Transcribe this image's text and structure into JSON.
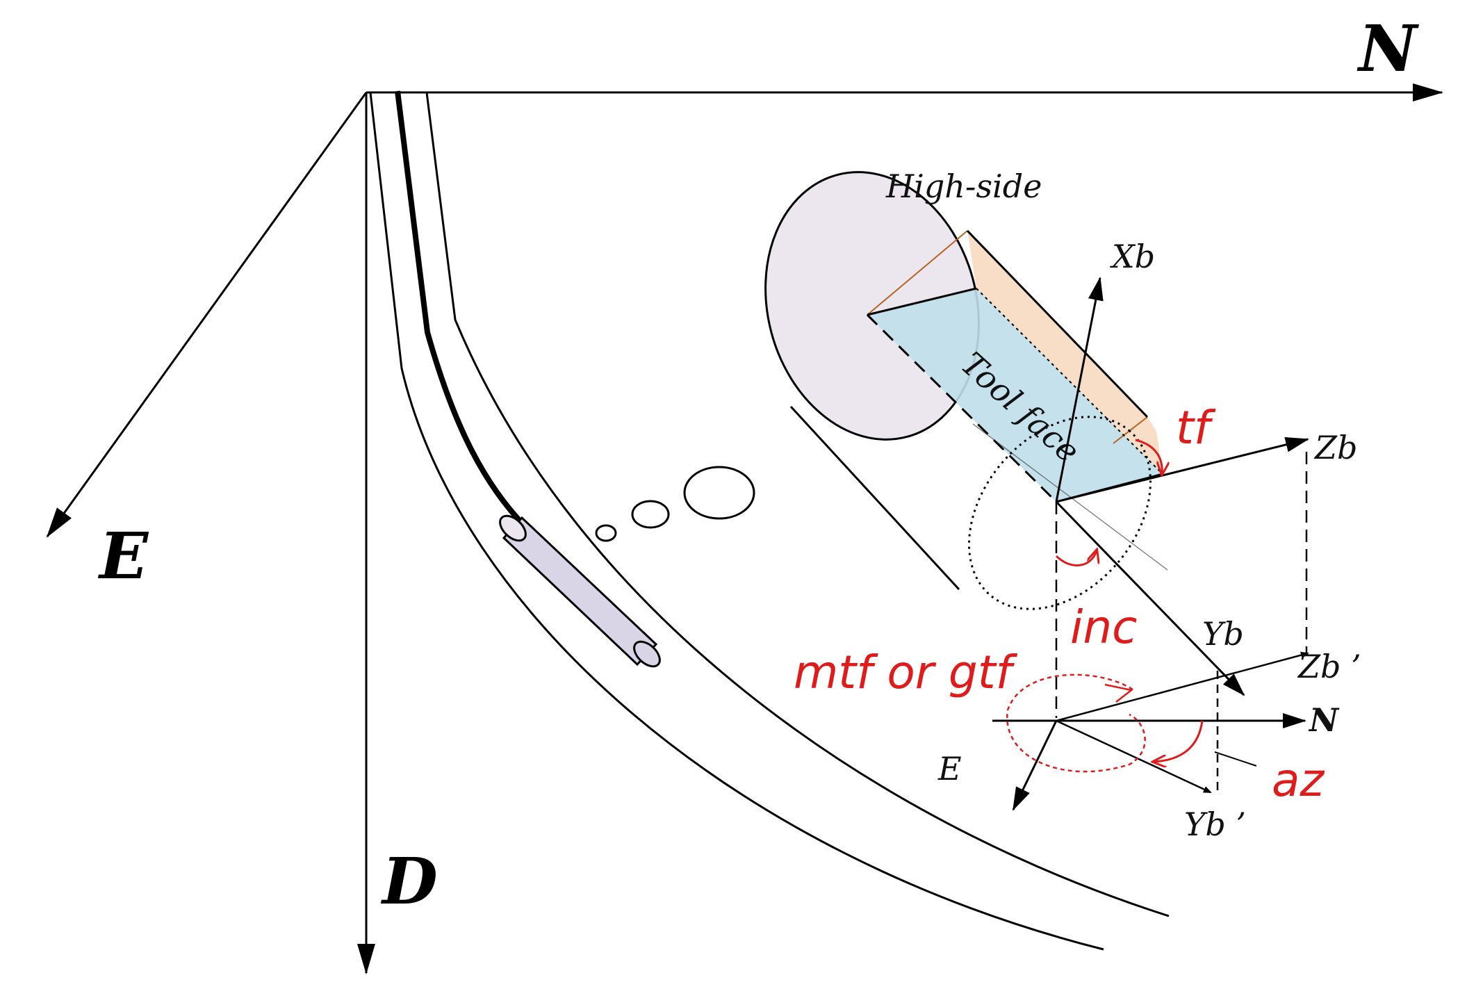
{
  "labels": {
    "north": "N",
    "east": "E",
    "down": "D",
    "high_side": "High-side",
    "tool_face": "Tool face",
    "xb": "Xb",
    "zb": "Zb",
    "yb": "Yb",
    "zb_prime": "Zb ’",
    "yb_prime": "Yb ’",
    "north_small": "N",
    "east_small": "E",
    "tf": "tf",
    "inc": "inc",
    "mtf_gtf": "mtf or gtf",
    "az": "az"
  },
  "colors": {
    "line": "#000000",
    "angle_red": "#e01b1b",
    "cylinder_end": "#ece6ef",
    "toolface_plane": "#bfdfea",
    "cylinder_side": "#f7d7bd",
    "sensor_tube": "#d9d4e6"
  }
}
